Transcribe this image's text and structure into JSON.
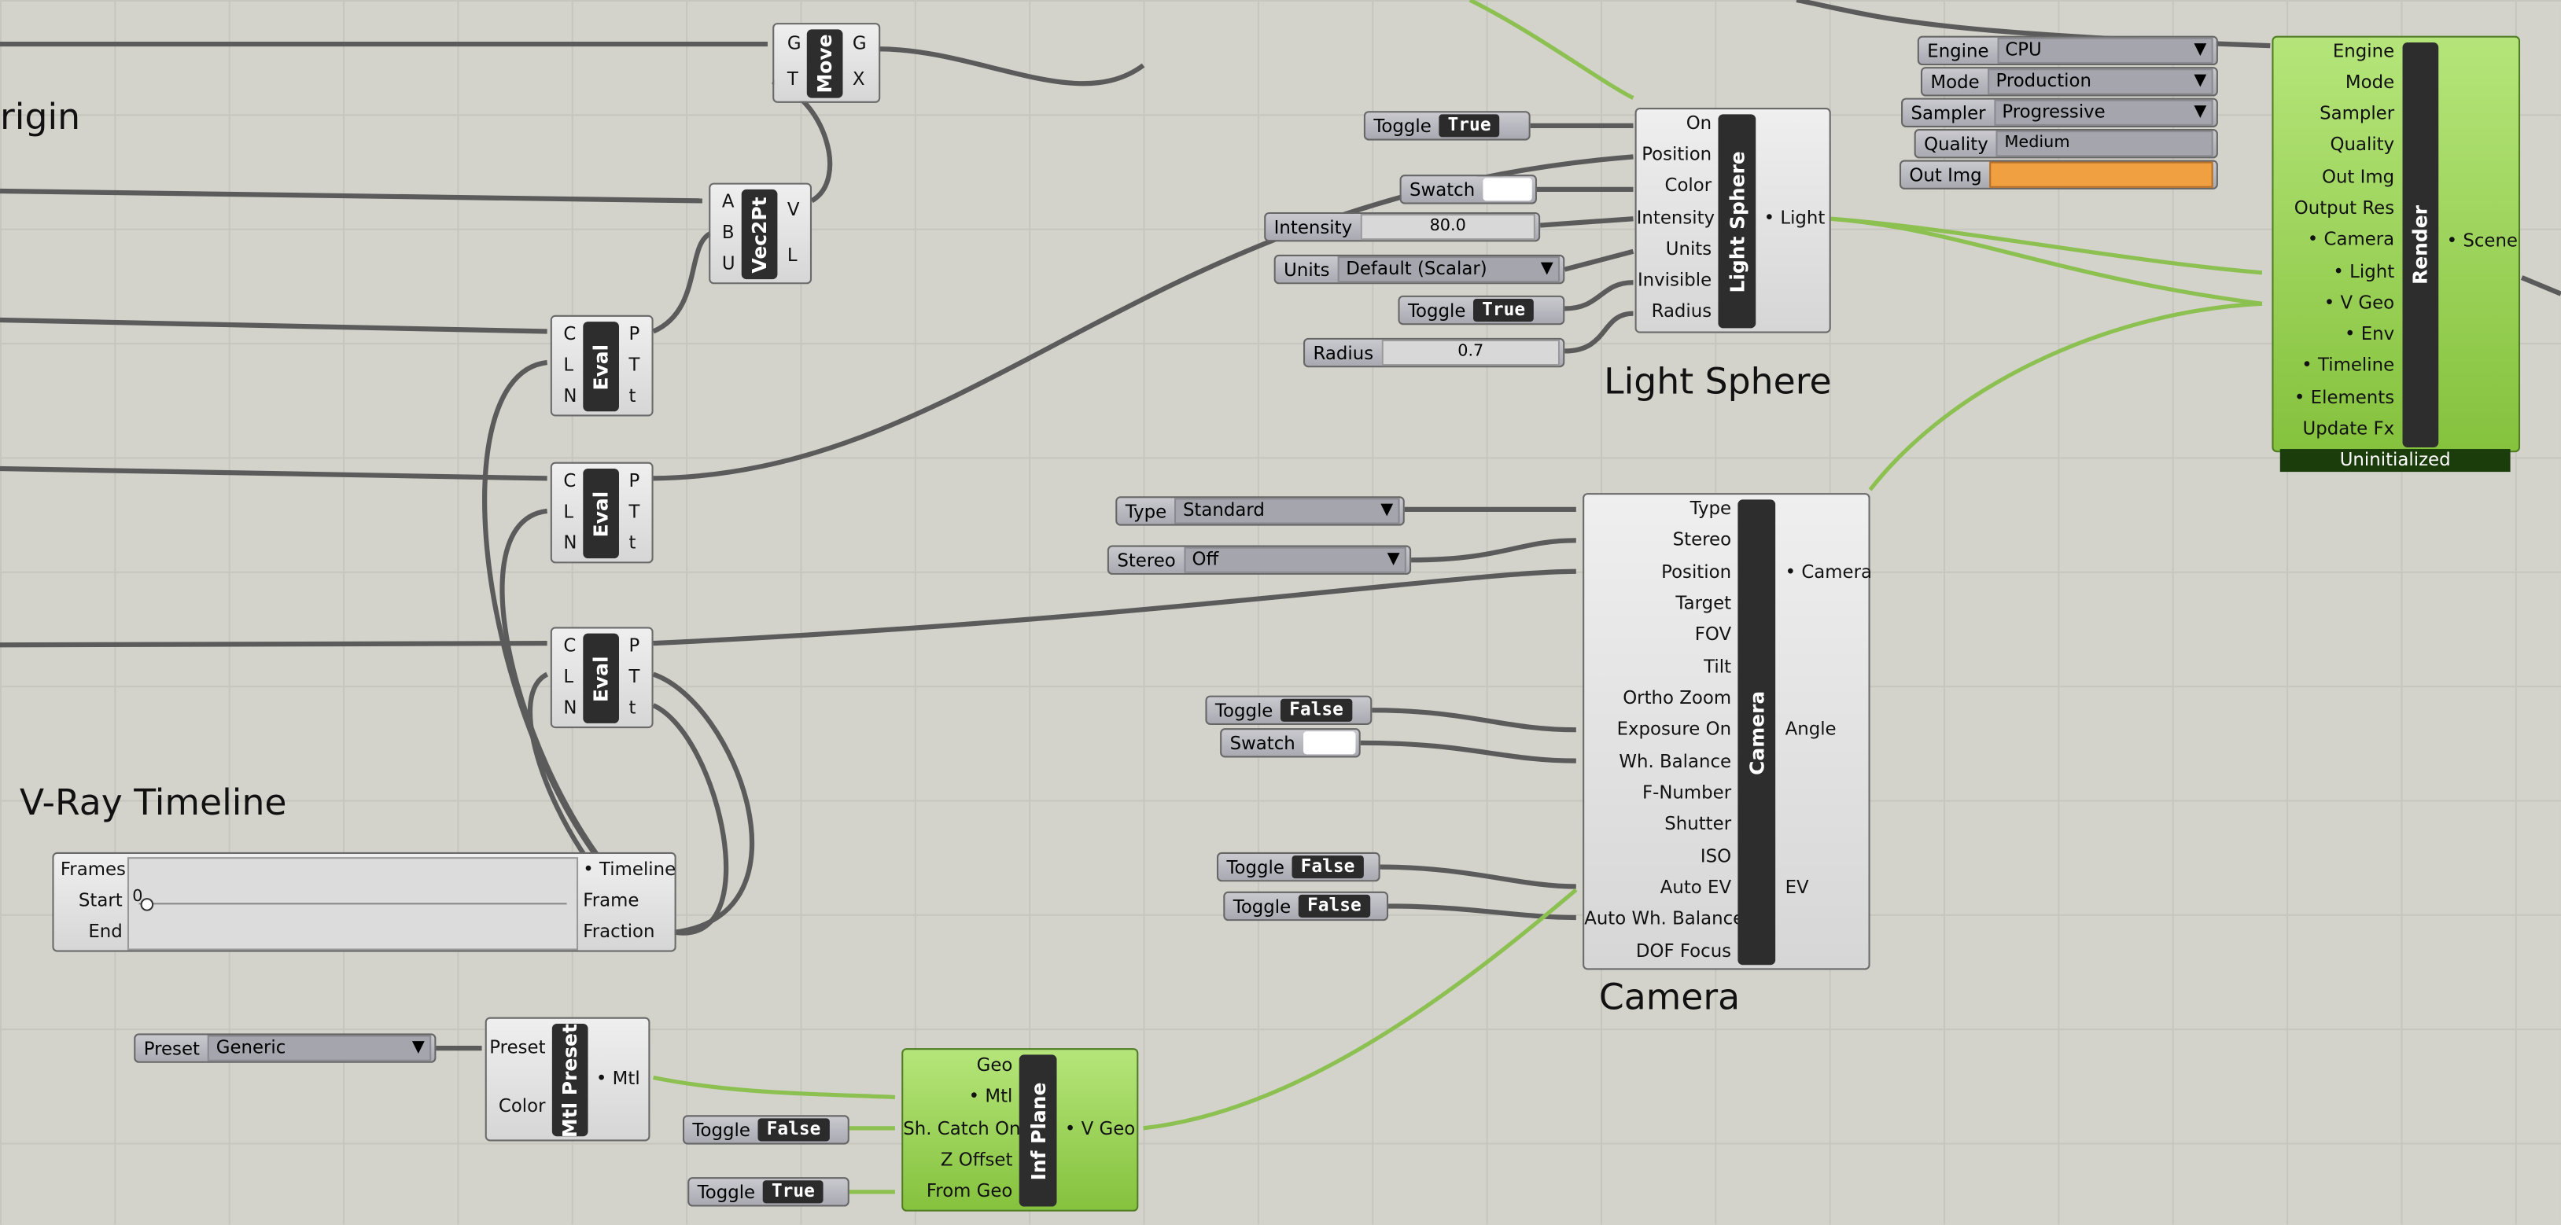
{
  "labels": {
    "origin": "rigin",
    "vray_timeline": "V-Ray Timeline",
    "light_sphere": "Light Sphere",
    "camera": "Camera"
  },
  "move": {
    "title": "Move",
    "inputs": [
      "G",
      "T"
    ],
    "outputs": [
      "G",
      "X"
    ]
  },
  "vec2pt": {
    "title": "Vec2Pt",
    "inputs": [
      "A",
      "B",
      "U"
    ],
    "outputs": [
      "V",
      "L"
    ]
  },
  "eval": {
    "title": "Eval",
    "inputs": [
      "C",
      "L",
      "N"
    ],
    "outputs": [
      "P",
      "T",
      "t"
    ]
  },
  "light_sphere": {
    "title": "Light Sphere",
    "inputs": [
      "On",
      "Position",
      "Color",
      "Intensity",
      "Units",
      "Invisible",
      "Radius"
    ],
    "output": "• Light",
    "toggle_on": {
      "label": "Toggle",
      "value": "True"
    },
    "swatch": {
      "label": "Swatch"
    },
    "intensity": {
      "label": "Intensity",
      "value": "80.0"
    },
    "units": {
      "label": "Units",
      "value": "Default (Scalar)"
    },
    "toggle_inv": {
      "label": "Toggle",
      "value": "True"
    },
    "radius": {
      "label": "Radius",
      "value": "0.7"
    }
  },
  "render": {
    "title": "Render",
    "inputs": [
      "Engine",
      "Mode",
      "Sampler",
      "Quality",
      "Out Img",
      "Output Res",
      "• Camera",
      "• Light",
      "• V Geo",
      "• Env",
      "• Timeline",
      "• Elements",
      "Update Fx"
    ],
    "output": "• Scene",
    "status": "Uninitialized",
    "engine": {
      "label": "Engine",
      "value": "CPU"
    },
    "mode": {
      "label": "Mode",
      "value": "Production"
    },
    "sampler": {
      "label": "Sampler",
      "value": "Progressive"
    },
    "quality": {
      "label": "Quality",
      "value": "Medium"
    },
    "out_img": {
      "label": "Out Img"
    }
  },
  "camera": {
    "title": "Camera",
    "inputs": [
      "Type",
      "Stereo",
      "Position",
      "Target",
      "FOV",
      "Tilt",
      "Ortho Zoom",
      "Exposure On",
      "Wh. Balance",
      "F-Number",
      "Shutter",
      "ISO",
      "Auto EV",
      "Auto Wh. Balance",
      "DOF Focus"
    ],
    "outputs": [
      "• Camera",
      "Angle",
      "EV"
    ],
    "type": {
      "label": "Type",
      "value": "Standard"
    },
    "stereo": {
      "label": "Stereo",
      "value": "Off"
    },
    "toggle_exp": {
      "label": "Toggle",
      "value": "False"
    },
    "swatch": {
      "label": "Swatch"
    },
    "toggle_autoev": {
      "label": "Toggle",
      "value": "False"
    },
    "toggle_autowb": {
      "label": "Toggle",
      "value": "False"
    }
  },
  "timeline": {
    "inputs": [
      "Frames",
      "Start",
      "End"
    ],
    "outputs": [
      "• Timeline",
      "Frame",
      "Fraction"
    ],
    "start_value": "0"
  },
  "mtl_preset": {
    "title": "Mtl Preset",
    "inputs": [
      "Preset",
      "Color"
    ],
    "output": "• Mtl",
    "preset": {
      "label": "Preset",
      "value": "Generic"
    }
  },
  "inf_plane": {
    "title": "Inf Plane",
    "inputs": [
      "Geo",
      "• Mtl",
      "Sh. Catch On",
      "Z Offset",
      "From Geo"
    ],
    "output": "• V Geo",
    "toggle_sh": {
      "label": "Toggle",
      "value": "False"
    },
    "toggle_from": {
      "label": "Toggle",
      "value": "True"
    }
  },
  "colors": {
    "canvas": "#d3d2cb",
    "node_green": "#94d04a",
    "wire": "#5b5b5b",
    "wire_green": "#8cc152",
    "param_orange": "#f0a040"
  }
}
